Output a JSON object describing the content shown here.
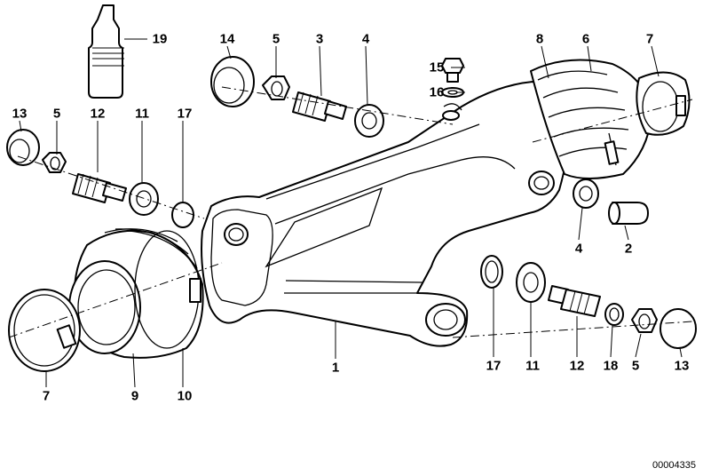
{
  "diagram": {
    "callouts": {
      "c1": "1",
      "c2": "2",
      "c3": "3",
      "c4_top": "4",
      "c4_right": "4",
      "c5_top": "5",
      "c5_left": "5",
      "c5_bottom": "5",
      "c6": "6",
      "c7_top": "7",
      "c7_bottom": "7",
      "c8": "8",
      "c9": "9",
      "c10": "10",
      "c11_left": "11",
      "c11_bottom": "11",
      "c12_left": "12",
      "c12_bottom": "12",
      "c13_left": "13",
      "c13_bottom": "13",
      "c14": "14",
      "c15": "15",
      "c16": "16",
      "c17_left": "17",
      "c17_bottom": "17",
      "c18": "18",
      "c19": "19"
    },
    "document_number": "00004335"
  }
}
